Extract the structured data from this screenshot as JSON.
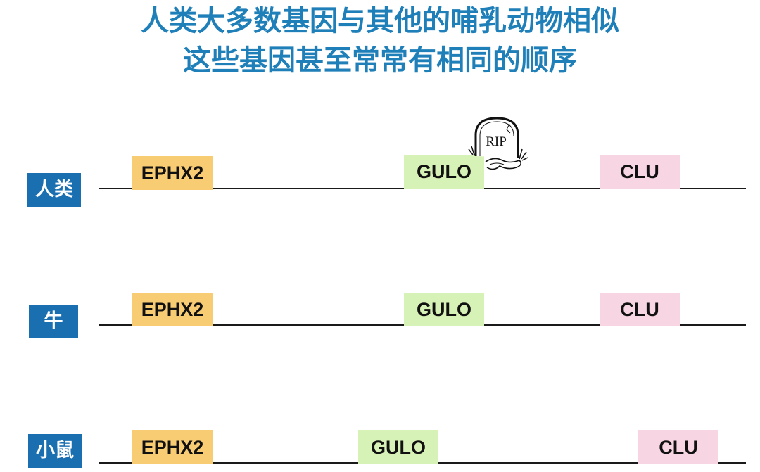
{
  "title": {
    "line1": "人类大多数基因与其他的哺乳动物相似",
    "line2": "这些基因甚至常常有相同的顺序"
  },
  "tombstone": {
    "text": "RIP"
  },
  "rows": [
    {
      "species": "人类",
      "genes": [
        "EPHX2",
        "GULO",
        "CLU"
      ]
    },
    {
      "species": "牛",
      "genes": [
        "EPHX2",
        "GULO",
        "CLU"
      ]
    },
    {
      "species": "小鼠",
      "genes": [
        "EPHX2",
        "GULO",
        "CLU"
      ]
    }
  ],
  "colors": {
    "title": "#1f7fb8",
    "species_badge": "#1a6fb0",
    "EPHX2": "#f8cc73",
    "GULO": "#d7f2b6",
    "CLU": "#f8d5e2"
  },
  "icons": {
    "tombstone": "tombstone-icon"
  }
}
